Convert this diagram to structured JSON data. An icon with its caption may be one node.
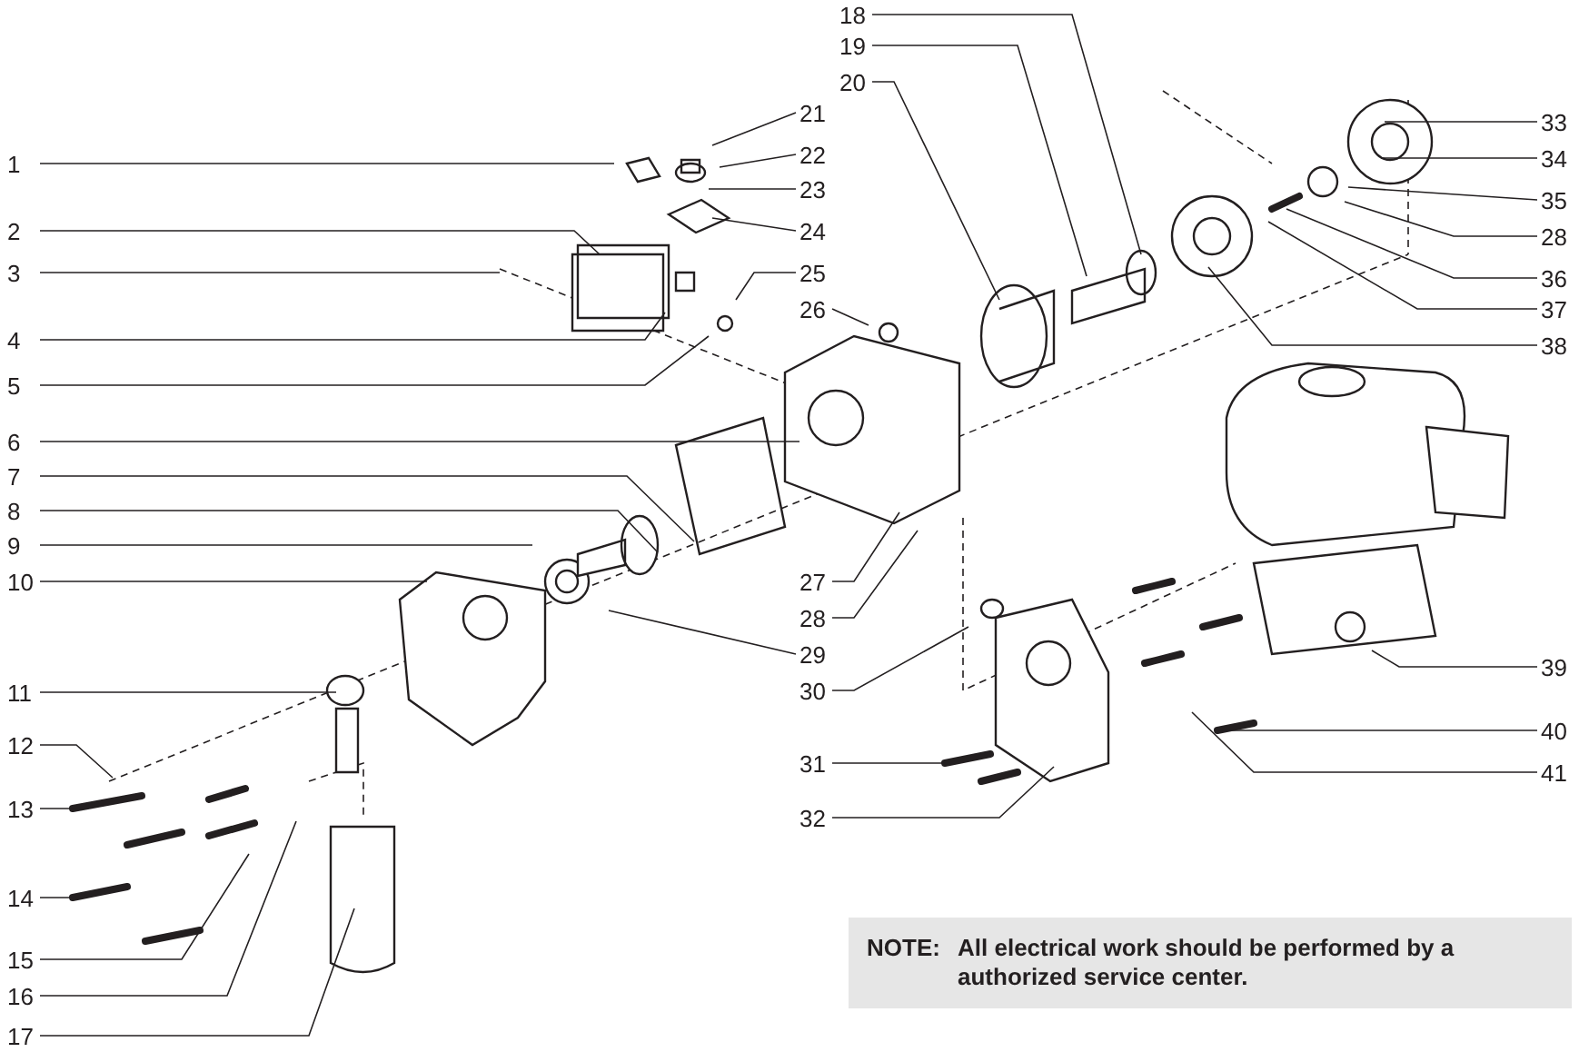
{
  "diagram": {
    "nodes": [
      {
        "text": [
          "1"
        ]
      },
      {
        "text": [
          "2"
        ]
      },
      {
        "text": [
          "3"
        ]
      },
      {
        "text": [
          "4"
        ]
      },
      {
        "text": [
          "5"
        ]
      },
      {
        "text": [
          "6"
        ]
      },
      {
        "text": [
          "7"
        ]
      },
      {
        "text": [
          "8"
        ]
      },
      {
        "text": [
          "9"
        ]
      },
      {
        "text": [
          "10"
        ]
      },
      {
        "text": [
          "11"
        ]
      },
      {
        "text": [
          "12"
        ]
      },
      {
        "text": [
          "13"
        ]
      },
      {
        "text": [
          "14"
        ]
      },
      {
        "text": [
          "15"
        ]
      },
      {
        "text": [
          "16"
        ]
      },
      {
        "text": [
          "17"
        ]
      },
      {
        "text": [
          "18"
        ]
      },
      {
        "text": [
          "19"
        ]
      },
      {
        "text": [
          "20"
        ]
      },
      {
        "text": [
          "21"
        ]
      },
      {
        "text": [
          "22"
        ]
      },
      {
        "text": [
          "23"
        ]
      },
      {
        "text": [
          "24"
        ]
      },
      {
        "text": [
          "25"
        ]
      },
      {
        "text": [
          "26"
        ]
      },
      {
        "text": [
          "27"
        ]
      },
      {
        "text": [
          "28"
        ]
      },
      {
        "text": [
          "29"
        ]
      },
      {
        "text": [
          "30"
        ]
      },
      {
        "text": [
          "31"
        ]
      },
      {
        "text": [
          "32"
        ]
      },
      {
        "text": [
          "33"
        ]
      },
      {
        "text": [
          "34"
        ]
      },
      {
        "text": [
          "35"
        ]
      },
      {
        "text": [
          "28"
        ]
      },
      {
        "text": [
          "36"
        ]
      },
      {
        "text": [
          "37"
        ]
      },
      {
        "text": [
          "38"
        ]
      },
      {
        "text": [
          "39"
        ]
      },
      {
        "text": [
          "40"
        ]
      },
      {
        "text": [
          "41"
        ]
      }
    ],
    "edges": [
      {
        "from": 0,
        "to": null,
        "arrow": "none"
      },
      {
        "from": 1,
        "to": null,
        "arrow": "none"
      },
      {
        "from": 2,
        "to": null,
        "arrow": "none"
      },
      {
        "from": 3,
        "to": null,
        "arrow": "none"
      },
      {
        "from": 4,
        "to": null,
        "arrow": "none"
      },
      {
        "from": 5,
        "to": null,
        "arrow": "none"
      },
      {
        "from": 6,
        "to": null,
        "arrow": "none"
      },
      {
        "from": 7,
        "to": null,
        "arrow": "none"
      },
      {
        "from": 8,
        "to": null,
        "arrow": "none"
      },
      {
        "from": 9,
        "to": null,
        "arrow": "none"
      },
      {
        "from": 10,
        "to": null,
        "arrow": "none"
      },
      {
        "from": 11,
        "to": null,
        "arrow": "none"
      },
      {
        "from": 12,
        "to": null,
        "arrow": "none"
      },
      {
        "from": 13,
        "to": null,
        "arrow": "none"
      },
      {
        "from": 14,
        "to": null,
        "arrow": "none"
      },
      {
        "from": 15,
        "to": null,
        "arrow": "none"
      },
      {
        "from": 16,
        "to": null,
        "arrow": "none"
      },
      {
        "from": 17,
        "to": null,
        "arrow": "none"
      },
      {
        "from": 18,
        "to": null,
        "arrow": "none"
      },
      {
        "from": 19,
        "to": null,
        "arrow": "none"
      },
      {
        "from": 20,
        "to": null,
        "arrow": "none"
      },
      {
        "from": 21,
        "to": null,
        "arrow": "none"
      },
      {
        "from": 22,
        "to": null,
        "arrow": "none"
      },
      {
        "from": 23,
        "to": null,
        "arrow": "none"
      },
      {
        "from": 24,
        "to": null,
        "arrow": "none"
      },
      {
        "from": 25,
        "to": null,
        "arrow": "none"
      },
      {
        "from": 26,
        "to": null,
        "arrow": "none"
      },
      {
        "from": 27,
        "to": null,
        "arrow": "none"
      },
      {
        "from": 28,
        "to": null,
        "arrow": "none"
      },
      {
        "from": 29,
        "to": null,
        "arrow": "none"
      },
      {
        "from": 30,
        "to": null,
        "arrow": "none"
      },
      {
        "from": 31,
        "to": null,
        "arrow": "none"
      },
      {
        "from": 32,
        "to": null,
        "arrow": "none"
      },
      {
        "from": 33,
        "to": null,
        "arrow": "none"
      },
      {
        "from": 34,
        "to": null,
        "arrow": "none"
      },
      {
        "from": 35,
        "to": null,
        "arrow": "none"
      },
      {
        "from": 36,
        "to": null,
        "arrow": "none"
      },
      {
        "from": 37,
        "to": null,
        "arrow": "none"
      },
      {
        "from": 38,
        "to": null,
        "arrow": "none"
      },
      {
        "from": 39,
        "to": null,
        "arrow": "none"
      },
      {
        "from": 40,
        "to": null,
        "arrow": "none"
      },
      {
        "from": 41,
        "to": null,
        "arrow": "none"
      }
    ],
    "labels": [
      "NOTE:",
      "All electrical work should be performed by a authorized service center."
    ]
  }
}
